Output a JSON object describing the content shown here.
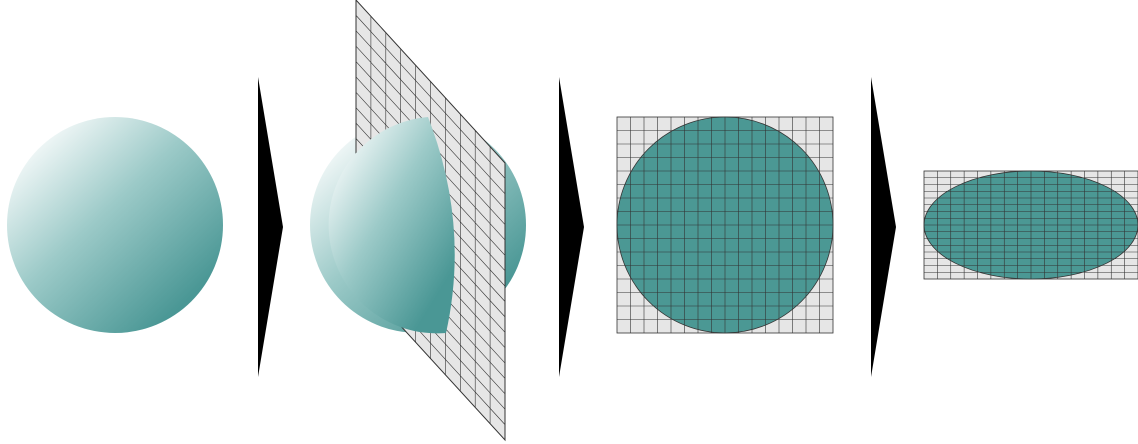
{
  "diagram": {
    "stages": [
      {
        "id": "sphere"
      },
      {
        "id": "sphere-with-cutting-plane"
      },
      {
        "id": "circle-on-square-grid"
      },
      {
        "id": "ellipse-on-stretched-grid"
      }
    ],
    "connectors": [
      {
        "shape": "arrowhead",
        "direction": "right"
      },
      {
        "shape": "arrowhead",
        "direction": "right"
      },
      {
        "shape": "arrowhead",
        "direction": "right"
      }
    ],
    "colors": {
      "background": "#ffffff",
      "sphere_light": "#f4f9f9",
      "sphere_mid": "#9ccac8",
      "sphere_dark": "#4a9795",
      "teal_fill": "#4b9894",
      "grid_fill": "#e6e6e6",
      "grid_line": "#333333",
      "arrow": "#000000"
    }
  }
}
